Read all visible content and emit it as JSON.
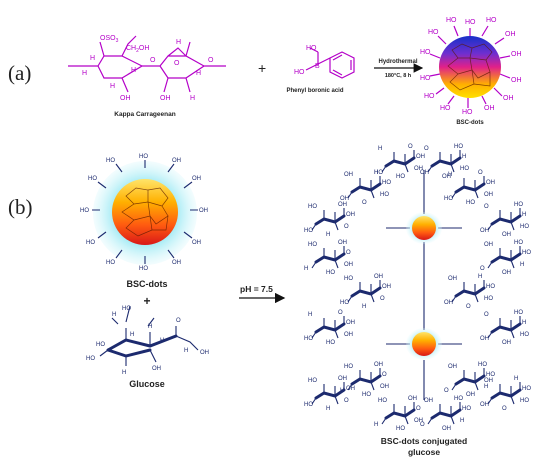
{
  "panels": {
    "a": {
      "label": "(a)",
      "reactant1_name": "Kappa Carrageenan",
      "reactant1_group_label": "OSO",
      "reactant1_group_sub": "3",
      "reactant1_ch2oh": "CH",
      "reactant1_ch2oh_sub": "2",
      "reactant1_ch2oh_tail": "OH",
      "plus": "+",
      "reactant2_name": "Phenyl boronic acid",
      "arrow_top": "Hydrothermal",
      "arrow_bottom": "180°C, 8 h",
      "product_name": "BSC-dots"
    },
    "b": {
      "label": "(b)",
      "dot_name": "BSC-dots",
      "plus": "+",
      "sugar_name": "Glucose",
      "arrow_label": "pH = 7.5",
      "product_line1": "BSC-dots conjugated",
      "product_line2": "glucose"
    }
  },
  "colors": {
    "reactant_magenta": "#b400c8",
    "glucose_navy": "#1c2a6e",
    "dot_orange": "#ff8a00",
    "dot_red": "#e0201a",
    "dot_blue": "#2a4bd0",
    "halo_cyan": "#8fe6f2"
  }
}
